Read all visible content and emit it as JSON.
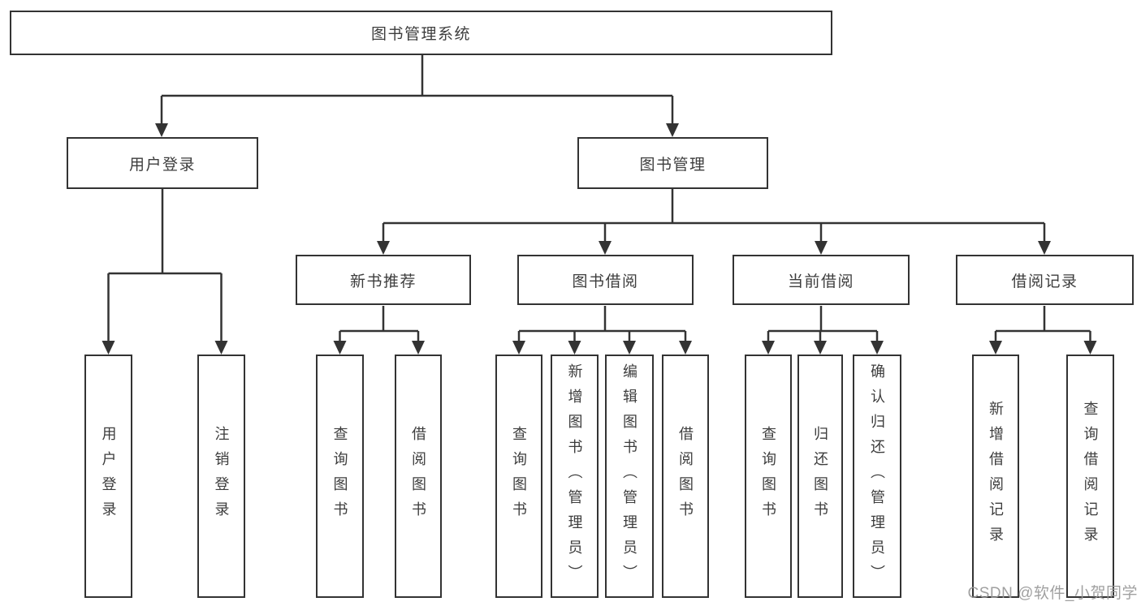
{
  "tree": {
    "root": {
      "label": "图书管理系统",
      "children": [
        {
          "label": "用户登录",
          "children": [
            {
              "label": "用户登录"
            },
            {
              "label": "注销登录"
            }
          ]
        },
        {
          "label": "图书管理",
          "children": [
            {
              "label": "新书推荐",
              "children": [
                {
                  "label": "查询图书"
                },
                {
                  "label": "借阅图书"
                }
              ]
            },
            {
              "label": "图书借阅",
              "children": [
                {
                  "label": "查询图书"
                },
                {
                  "label": "新增图书（管理员）"
                },
                {
                  "label": "编辑图书（管理员）"
                },
                {
                  "label": "借阅图书"
                }
              ]
            },
            {
              "label": "当前借阅",
              "children": [
                {
                  "label": "查询图书"
                },
                {
                  "label": "归还图书"
                },
                {
                  "label": "确认归还（管理员）"
                }
              ]
            },
            {
              "label": "借阅记录",
              "children": [
                {
                  "label": "新增借阅记录"
                },
                {
                  "label": "查询借阅记录"
                }
              ]
            }
          ]
        }
      ]
    }
  },
  "watermark": {
    "text": "CSDN @软件_小贺同学"
  },
  "colors": {
    "line": "#333333",
    "box_border": "#333333",
    "text": "#3d3d3d",
    "background": "#ffffff",
    "watermark": "#989898"
  }
}
